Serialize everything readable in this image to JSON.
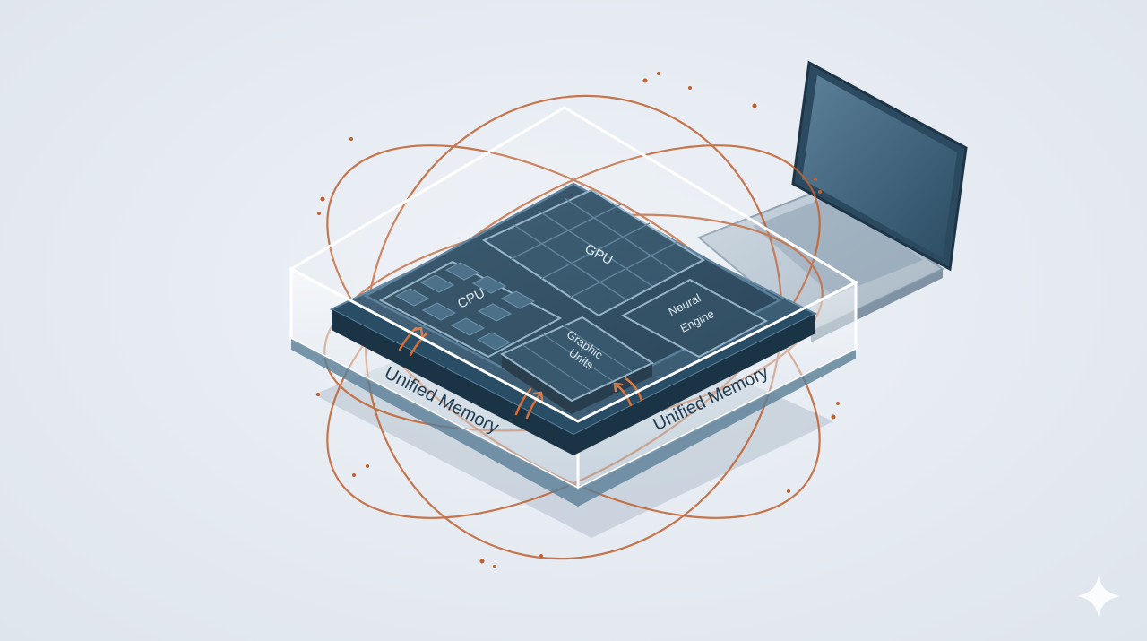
{
  "blocks": {
    "gpu": "GPU",
    "cpu": "CPU",
    "neural_line1": "Neural",
    "neural_line2": "Engine",
    "graphic_line1": "Graphic",
    "graphic_line2": "Units"
  },
  "memory": {
    "left_label": "Unified Memory",
    "right_label": "Unified Memory"
  },
  "colors": {
    "chip": "#1b3a52",
    "chip_edge": "#4b7390",
    "orbit": "#c0602f",
    "glass": "#ffffff",
    "laptop": "#2f5670"
  },
  "icons": {
    "watermark": "sparkle-icon"
  }
}
